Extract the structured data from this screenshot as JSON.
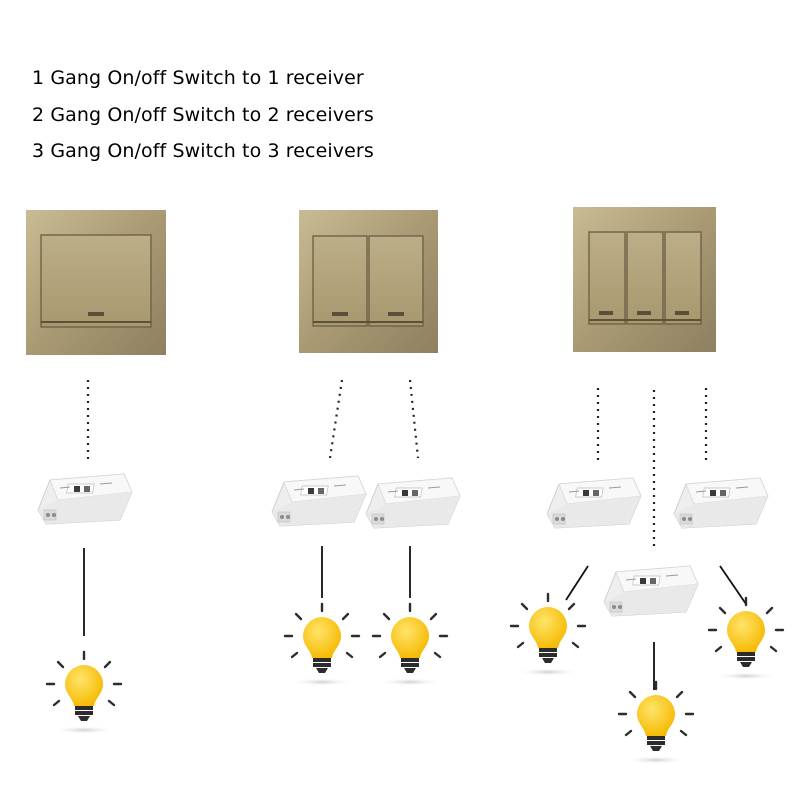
{
  "captions": [
    "1 Gang On/off Switch to 1 receiver",
    "2 Gang On/off Switch to 2 receivers",
    "3 Gang On/off Switch to 3 receivers"
  ],
  "colors": {
    "panel_frame": "#a99a74",
    "panel_face": "#b3a37c",
    "panel_edge": "#6f6346",
    "receiver_body": "#f2f2f2",
    "bulb_yellow": "#ffd21f",
    "bulb_base": "#333333"
  },
  "switch_panels": [
    {
      "gangs": 1
    },
    {
      "gangs": 2
    },
    {
      "gangs": 3
    }
  ],
  "receivers_count": 6,
  "bulbs_count": 6
}
